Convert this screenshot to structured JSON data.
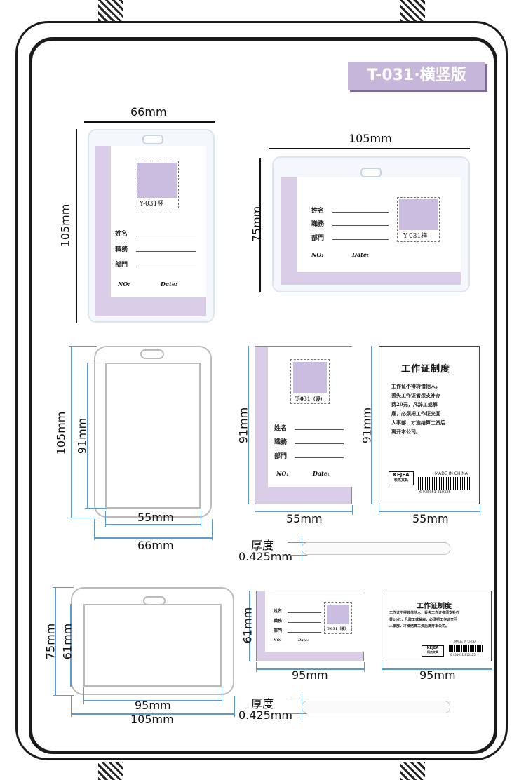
{
  "title": "T-031·横竖版",
  "dims": {
    "w66": "66mm",
    "h105": "105mm",
    "w105": "105mm",
    "h75": "75mm",
    "h91": "91mm",
    "w55": "55mm",
    "h61": "61mm",
    "w95": "95mm",
    "thickness_label": "厚度",
    "thickness_value": "0.425mm"
  },
  "card_form": {
    "name": "姓名",
    "title": "職務",
    "dept": "部門",
    "no": "NO:",
    "date": "Date:"
  },
  "photo_labels": {
    "vertical": "Y-031竖",
    "horizontal": "Y-031横",
    "insert_v": "T-031（竖）",
    "insert_h": "T-031（横）"
  },
  "rules": {
    "title": "工作证制度",
    "lines": [
      "工作证不得转借他人，",
      "丢失工作证者须支补办",
      "费20元，凡辞工或解",
      "雇，必须把工作证交回",
      "人事部，才准结算工资后",
      "离开本公司。"
    ],
    "made_in": "MADE IN CHINA",
    "logo": "KEJEA",
    "logo_sub": "科杰文具",
    "code": "6 935051 810325"
  }
}
